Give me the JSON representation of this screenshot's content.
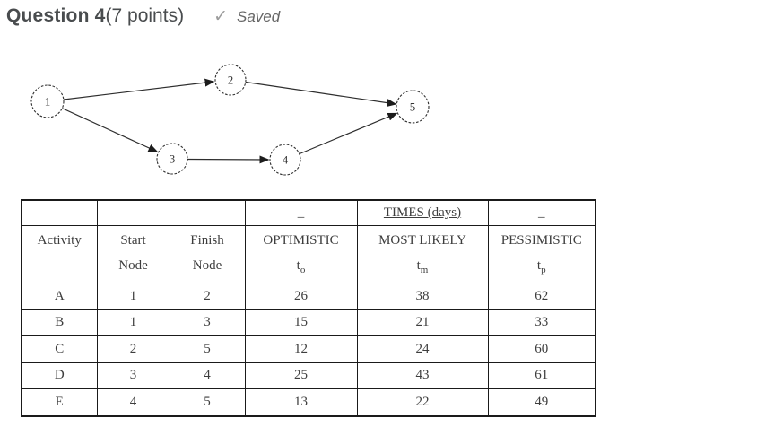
{
  "header": {
    "title": "Question 4",
    "points": " (7 points)",
    "check_glyph": "✓",
    "saved_label": "Saved"
  },
  "diagram": {
    "type": "activity-on-arrow-network",
    "nodes": [
      {
        "label": "1"
      },
      {
        "label": "2"
      },
      {
        "label": "3"
      },
      {
        "label": "4"
      },
      {
        "label": "5"
      }
    ],
    "edges": [
      {
        "from": "1",
        "to": "2"
      },
      {
        "from": "1",
        "to": "3"
      },
      {
        "from": "2",
        "to": "5"
      },
      {
        "from": "3",
        "to": "4"
      },
      {
        "from": "4",
        "to": "5"
      }
    ]
  },
  "table": {
    "top_header": {
      "dash_left": "_",
      "times_label": "TIMES (days)",
      "dash_right": "_"
    },
    "columns": [
      {
        "line1": "Activity",
        "line2": ""
      },
      {
        "line1": "Start",
        "line2": "Node"
      },
      {
        "line1": "Finish",
        "line2": "Node"
      },
      {
        "line1": "OPTIMISTIC",
        "sym_base": "t",
        "sym_sub": "o"
      },
      {
        "line1": "MOST LIKELY",
        "sym_base": "t",
        "sym_sub": "m"
      },
      {
        "line1": "PESSIMISTIC",
        "sym_base": "t",
        "sym_sub": "p"
      }
    ],
    "rows": [
      {
        "activity": "A",
        "start": "1",
        "finish": "2",
        "t_o": "26",
        "t_m": "38",
        "t_p": "62"
      },
      {
        "activity": "B",
        "start": "1",
        "finish": "3",
        "t_o": "15",
        "t_m": "21",
        "t_p": "33"
      },
      {
        "activity": "C",
        "start": "2",
        "finish": "5",
        "t_o": "12",
        "t_m": "24",
        "t_p": "60"
      },
      {
        "activity": "D",
        "start": "3",
        "finish": "4",
        "t_o": "25",
        "t_m": "43",
        "t_p": "61"
      },
      {
        "activity": "E",
        "start": "4",
        "finish": "5",
        "t_o": "13",
        "t_m": "22",
        "t_p": "49"
      }
    ]
  }
}
